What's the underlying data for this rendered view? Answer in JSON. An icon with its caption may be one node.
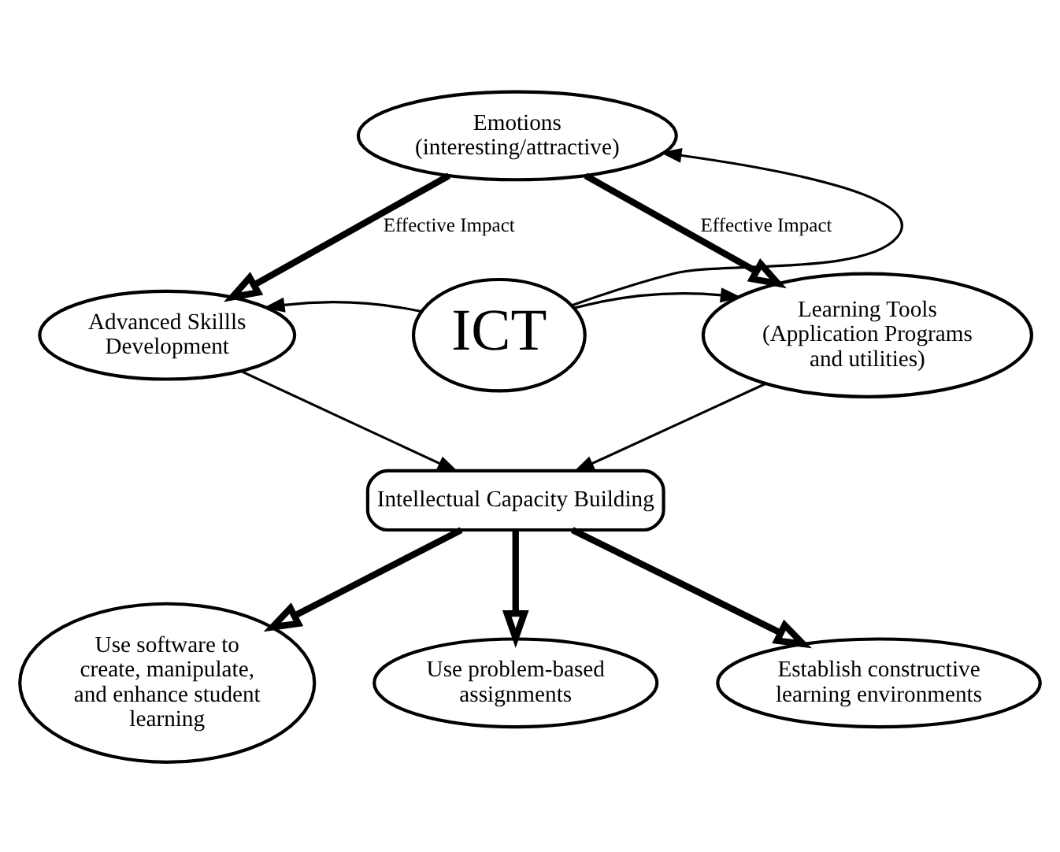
{
  "diagram": {
    "nodes": [
      {
        "text": [
          "Emotions (interesting/attractive)"
        ]
      },
      {
        "text": [
          "Advanced Skillls Development"
        ]
      },
      {
        "text": [
          "ICT"
        ]
      },
      {
        "text": [
          "Learning Tools (Application Programs and utilities)"
        ]
      },
      {
        "text": [
          "Intellectual Capacity Building"
        ]
      },
      {
        "text": [
          "Use software to create, manipulate, and enhance student learning"
        ]
      },
      {
        "text": [
          "Use problem-based assignments"
        ]
      },
      {
        "text": [
          "Establish constructive learning environments"
        ]
      }
    ],
    "edges": [
      {
        "from": 2,
        "to": 0,
        "arrow": "to"
      },
      {
        "from": 2,
        "to": 1,
        "arrow": "to"
      },
      {
        "from": 2,
        "to": 3,
        "arrow": "to"
      },
      {
        "from": 0,
        "to": 1,
        "arrow": "to",
        "label": "Effective Impact",
        "style": "thick"
      },
      {
        "from": 0,
        "to": 3,
        "arrow": "to",
        "label": "Effective Impact",
        "style": "thick"
      },
      {
        "from": 1,
        "to": 4,
        "arrow": "to"
      },
      {
        "from": 3,
        "to": 4,
        "arrow": "to"
      },
      {
        "from": 4,
        "to": 5,
        "arrow": "to",
        "style": "thick"
      },
      {
        "from": 4,
        "to": 6,
        "arrow": "to",
        "style": "thick"
      },
      {
        "from": 4,
        "to": 7,
        "arrow": "to",
        "style": "thick"
      }
    ]
  }
}
